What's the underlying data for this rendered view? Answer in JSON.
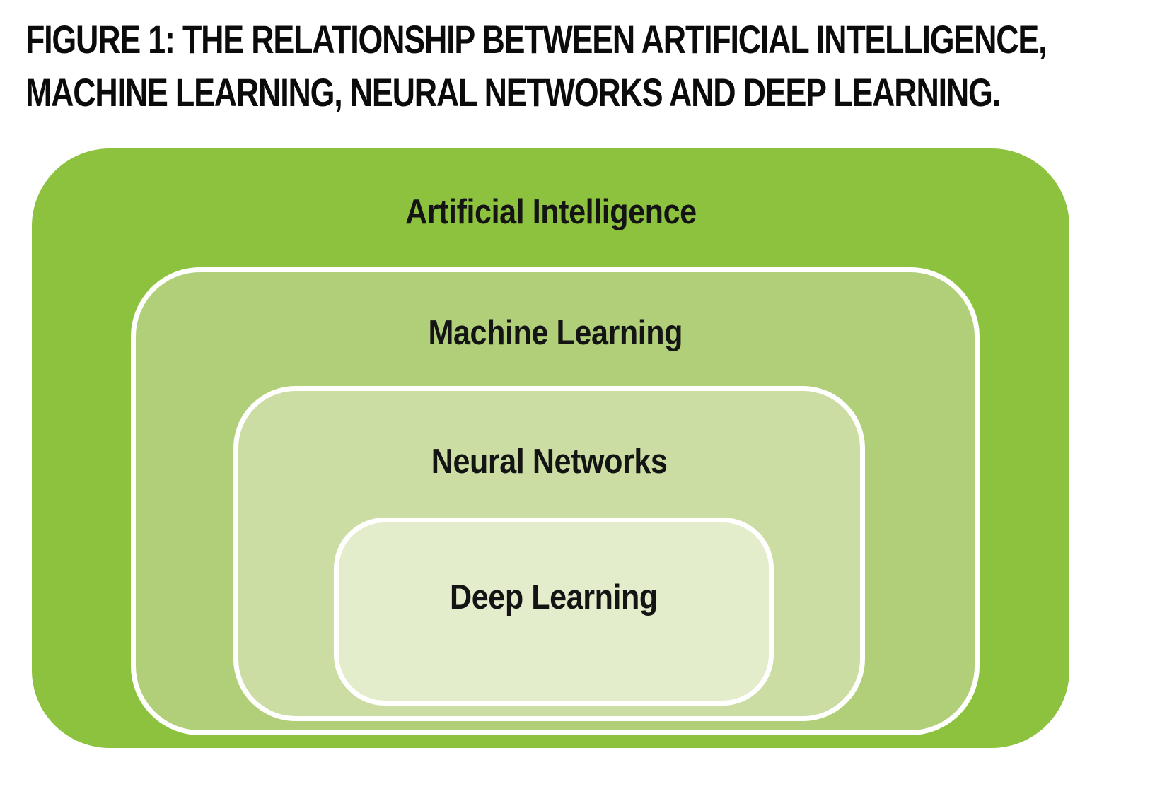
{
  "title": {
    "line1": "FIGURE 1: THE RELATIONSHIP BETWEEN ARTIFICIAL INTELLIGENCE,",
    "line2": "MACHINE LEARNING, NEURAL NETWORKS AND DEEP LEARNING."
  },
  "diagram": {
    "type": "nested-rounded-rectangles",
    "layers": [
      {
        "label": "Artificial Intelligence",
        "color": "#8CC23D"
      },
      {
        "label": "Machine Learning",
        "color": "#B1CF79"
      },
      {
        "label": "Neural Networks",
        "color": "#CBDDA2"
      },
      {
        "label": "Deep Learning",
        "color": "#E3ECCB"
      }
    ],
    "text_color": "#141414",
    "border_color": "#ffffff"
  }
}
